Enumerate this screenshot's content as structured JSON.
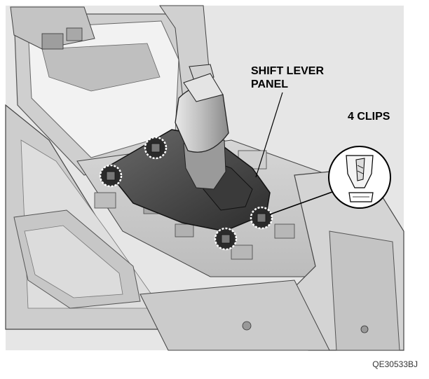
{
  "labels": {
    "shift_lever_panel_line1": "SHIFT LEVER",
    "shift_lever_panel_line2": "PANEL",
    "clips": "4 CLIPS"
  },
  "figure_id": "QE30533BJ"
}
